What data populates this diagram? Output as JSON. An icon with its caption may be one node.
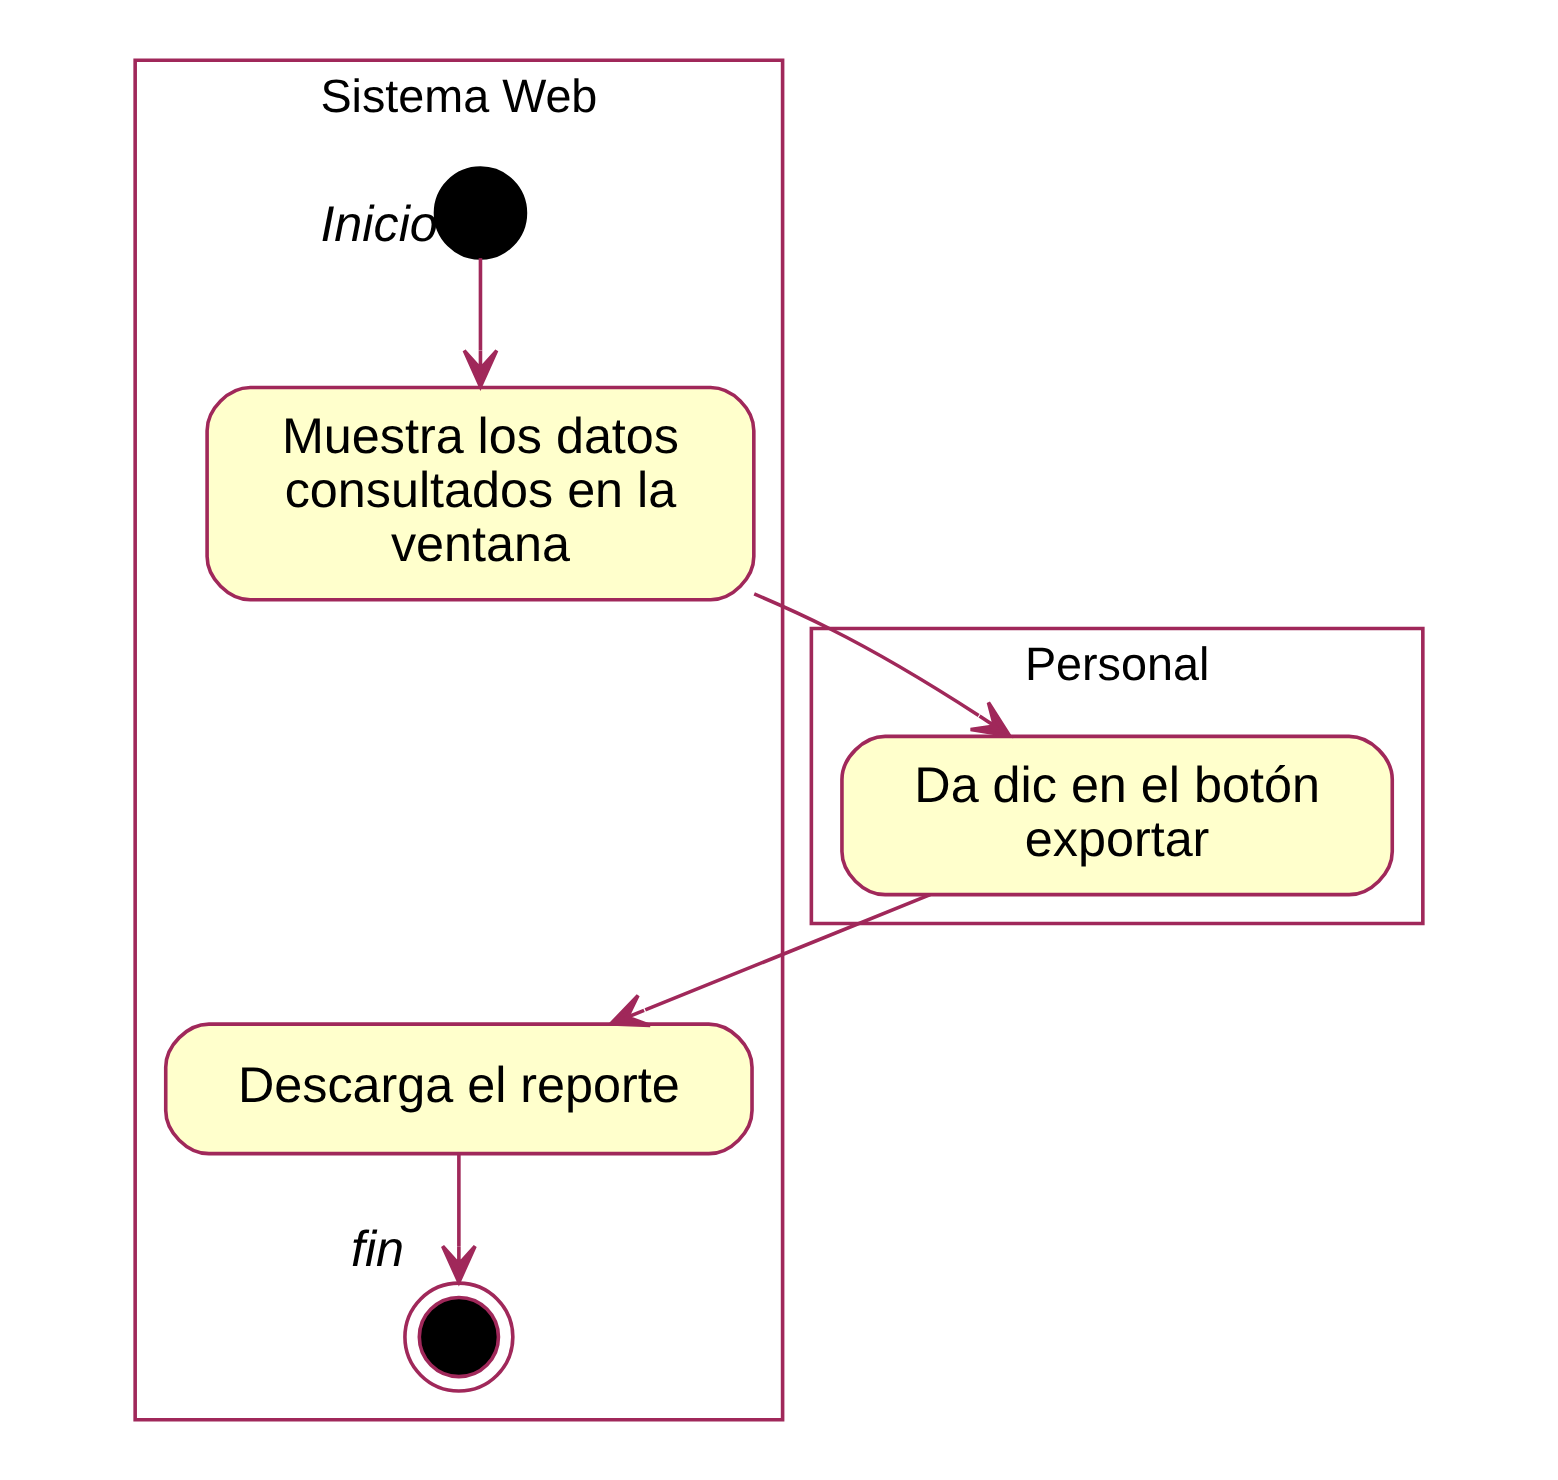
{
  "diagram": {
    "nodes": [
      {
        "text": [
          "Personal"
        ]
      },
      {
        "text": [
          "Sistema Web"
        ]
      },
      {
        "text": [],
        "shape": "circle",
        "in": 1,
        "beside": [
          "Inicio"
        ]
      },
      {
        "text": [
          "Muestra los datos consultados en la ventana"
        ],
        "in": 1
      },
      {
        "text": [
          "Da dic en el botón exportar"
        ],
        "in": 0
      },
      {
        "text": [
          "Descarga el reporte"
        ],
        "in": 1
      },
      {
        "text": [],
        "shape": "bullseye",
        "in": 1,
        "beside": [
          "fin"
        ]
      }
    ],
    "edges": [
      {
        "from": 2,
        "to": 3,
        "arrow": "to"
      },
      {
        "from": 3,
        "to": 4,
        "arrow": "to"
      },
      {
        "from": 4,
        "to": 5,
        "arrow": "to"
      },
      {
        "from": 5,
        "to": 6,
        "arrow": "to"
      }
    ]
  }
}
